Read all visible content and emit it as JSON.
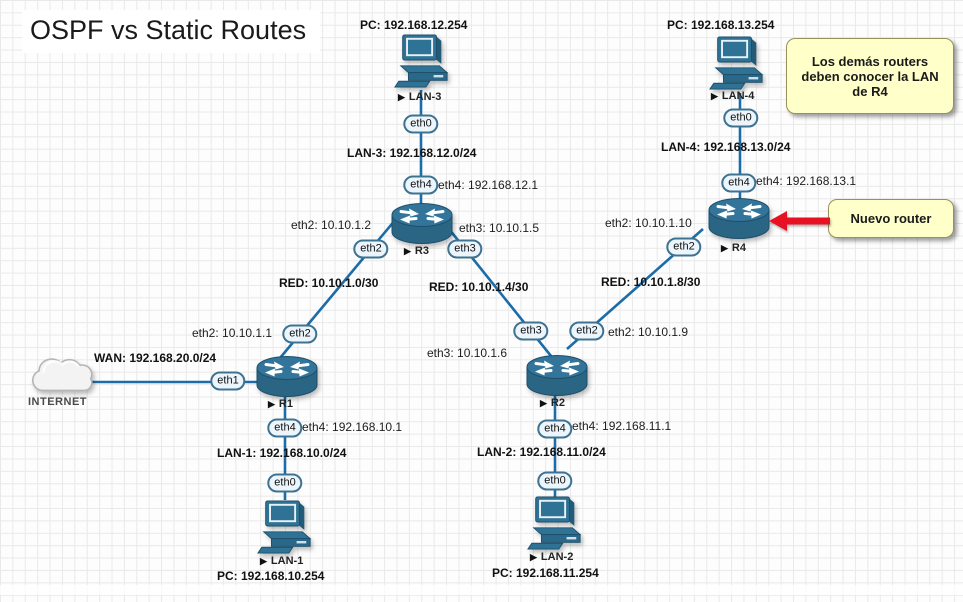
{
  "title": "OSPF vs Static Routes",
  "marker_glyph": "▶",
  "colors": {
    "device_fill": "#2e7295",
    "device_dark": "#255d7a",
    "link_blue": "#1b6ca8",
    "badge_bg": "#ecf5fb",
    "badge_border": "#3e7291",
    "note_bg": "#ffffca",
    "arrow_red": "#e81123",
    "grid_line": "#e9e9e9"
  },
  "devices": {
    "r1": {
      "label": "R1"
    },
    "r2": {
      "label": "R2"
    },
    "r3": {
      "label": "R3"
    },
    "r4": {
      "label": "R4"
    },
    "lan1": {
      "label": "LAN-1"
    },
    "lan2": {
      "label": "LAN-2"
    },
    "lan3": {
      "label": "LAN-3"
    },
    "lan4": {
      "label": "LAN-4"
    },
    "internet": {
      "label": "INTERNET"
    }
  },
  "interfaces": {
    "lan3_eth0": "eth0",
    "r3_eth4": "eth4",
    "r3_eth2": "eth2",
    "r3_eth3": "eth3",
    "r1_eth2": "eth2",
    "r1_eth1": "eth1",
    "r1_eth4": "eth4",
    "lan1_eth0": "eth0",
    "r2_eth3": "eth3",
    "r2_eth2": "eth2",
    "r2_eth4": "eth4",
    "lan2_eth0": "eth0",
    "r4_eth4": "eth4",
    "r4_eth2": "eth2",
    "lan4_eth0": "eth0"
  },
  "labels": {
    "pc_lan3": "PC: 192.168.12.254",
    "lan3_net": "LAN-3: 192.168.12.0/24",
    "r3_eth4_ip": "eth4: 192.168.12.1",
    "r3_eth2_ip": "eth2: 10.10.1.2",
    "r3_eth3_ip": "eth3: 10.10.1.5",
    "red_1": "RED: 10.10.1.0/30",
    "red_2": "RED: 10.10.1.4/30",
    "red_3": "RED: 10.10.1.8/30",
    "r1_eth2_ip": "eth2: 10.10.1.1",
    "wan_net": "WAN: 192.168.20.0/24",
    "r1_eth4_ip": "eth4: 192.168.10.1",
    "lan1_net": "LAN-1: 192.168.10.0/24",
    "pc_lan1": "PC: 192.168.10.254",
    "r2_eth3_ip": "eth3: 10.10.1.6",
    "r2_eth2_ip": "eth2: 10.10.1.9",
    "r2_eth4_ip": "eth4: 192.168.11.1",
    "lan2_net": "LAN-2: 192.168.11.0/24",
    "pc_lan2": "PC: 192.168.11.254",
    "pc_lan4": "PC: 192.168.13.254",
    "lan4_net": "LAN-4: 192.168.13.0/24",
    "r4_eth4_ip": "eth4: 192.168.13.1",
    "r4_eth2_ip": "eth2: 10.10.1.10"
  },
  "notes": {
    "demas": "Los demás routers deben conocer la LAN de R4",
    "nuevo": "Nuevo router"
  }
}
